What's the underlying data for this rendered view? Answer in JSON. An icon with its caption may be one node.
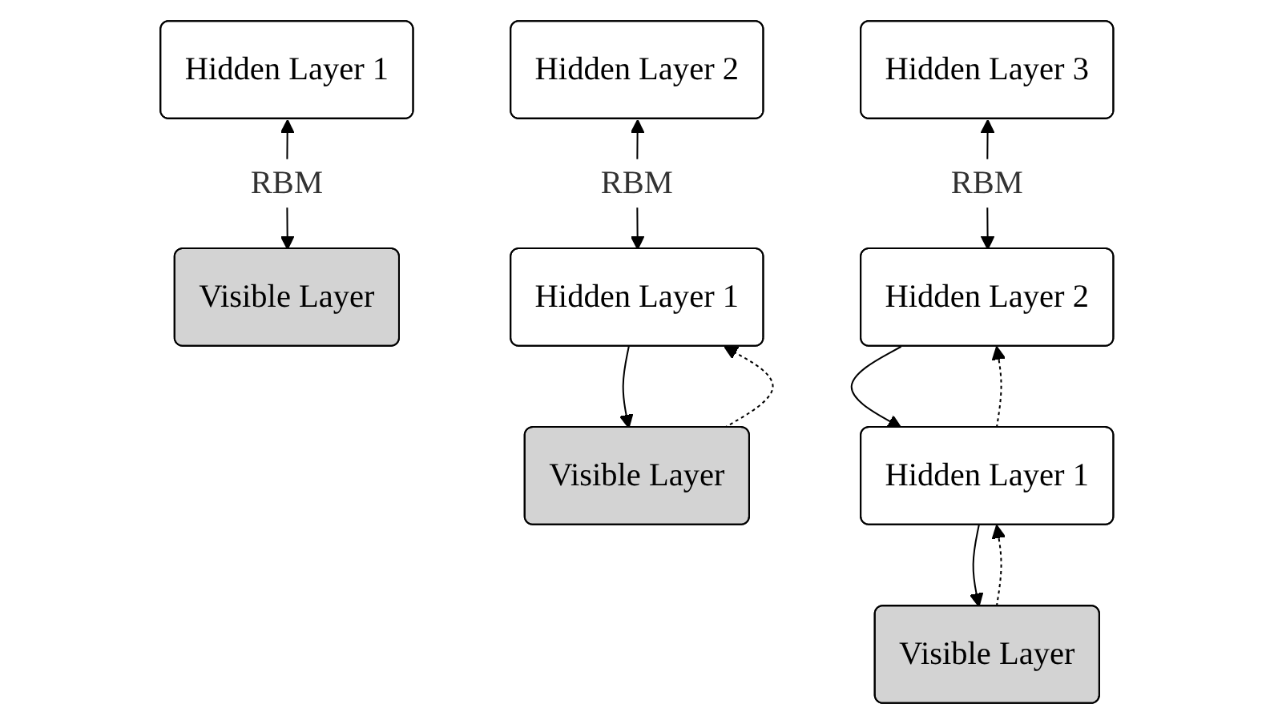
{
  "diagram": {
    "nodes": [
      {
        "text": [
          "Hidden Layer 1"
        ]
      },
      {
        "text": [
          "Visible Layer"
        ]
      },
      {
        "text": [
          "Hidden Layer 2"
        ]
      },
      {
        "text": [
          "Hidden Layer 1"
        ]
      },
      {
        "text": [
          "Visible Layer"
        ]
      },
      {
        "text": [
          "Hidden Layer 3"
        ]
      },
      {
        "text": [
          "Hidden Layer 2"
        ]
      },
      {
        "text": [
          "Hidden Layer 1"
        ]
      },
      {
        "text": [
          "Visible Layer"
        ]
      }
    ],
    "edges": [
      {
        "from": 0,
        "to": 1,
        "arrow": "both",
        "label": "RBM"
      },
      {
        "from": 2,
        "to": 3,
        "arrow": "both",
        "label": "RBM"
      },
      {
        "from": 3,
        "to": 4,
        "arrow": "to"
      },
      {
        "from": 4,
        "to": 3,
        "arrow": "to",
        "style": "dashed"
      },
      {
        "from": 5,
        "to": 6,
        "arrow": "both",
        "label": "RBM"
      },
      {
        "from": 6,
        "to": 7,
        "arrow": "to"
      },
      {
        "from": 7,
        "to": 6,
        "arrow": "to",
        "style": "dashed"
      },
      {
        "from": 7,
        "to": 8,
        "arrow": "to"
      },
      {
        "from": 8,
        "to": 7,
        "arrow": "to",
        "style": "dashed"
      }
    ]
  }
}
